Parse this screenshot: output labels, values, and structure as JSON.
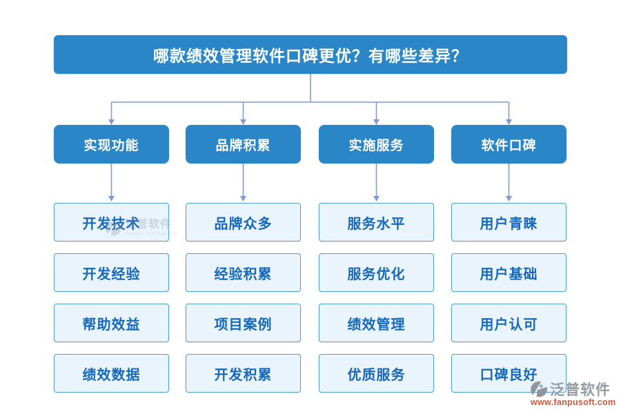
{
  "title": {
    "text": "哪款绩效管理软件口碑更优？有哪些差异？"
  },
  "columns": [
    {
      "header": "实现功能",
      "items": [
        "开发技术",
        "开发经验",
        "帮助效益",
        "绩效数据"
      ]
    },
    {
      "header": "品牌积累",
      "items": [
        "品牌众多",
        "经验积累",
        "项目案例",
        "开发积累"
      ]
    },
    {
      "header": "实施服务",
      "items": [
        "服务水平",
        "服务优化",
        "绩效管理",
        "优质服务"
      ]
    },
    {
      "header": "软件口碑",
      "items": [
        "用户青睐",
        "用户基础",
        "用户认可",
        "口碑良好"
      ]
    }
  ],
  "watermark": {
    "brand": "泛普软件",
    "brand_en": "FANPU SOFTWARE"
  },
  "footer": {
    "brand": "泛普软件",
    "url": "www.fanpusoft.com"
  },
  "colors": {
    "primary_blue": "#2a86c7",
    "item_background": "#e9f4fc",
    "item_border": "#4d9fd6",
    "item_text": "#1668bb",
    "connector": "#7e9bd4",
    "footer_url": "#c75b40",
    "footer_brand": "#949ba4"
  }
}
